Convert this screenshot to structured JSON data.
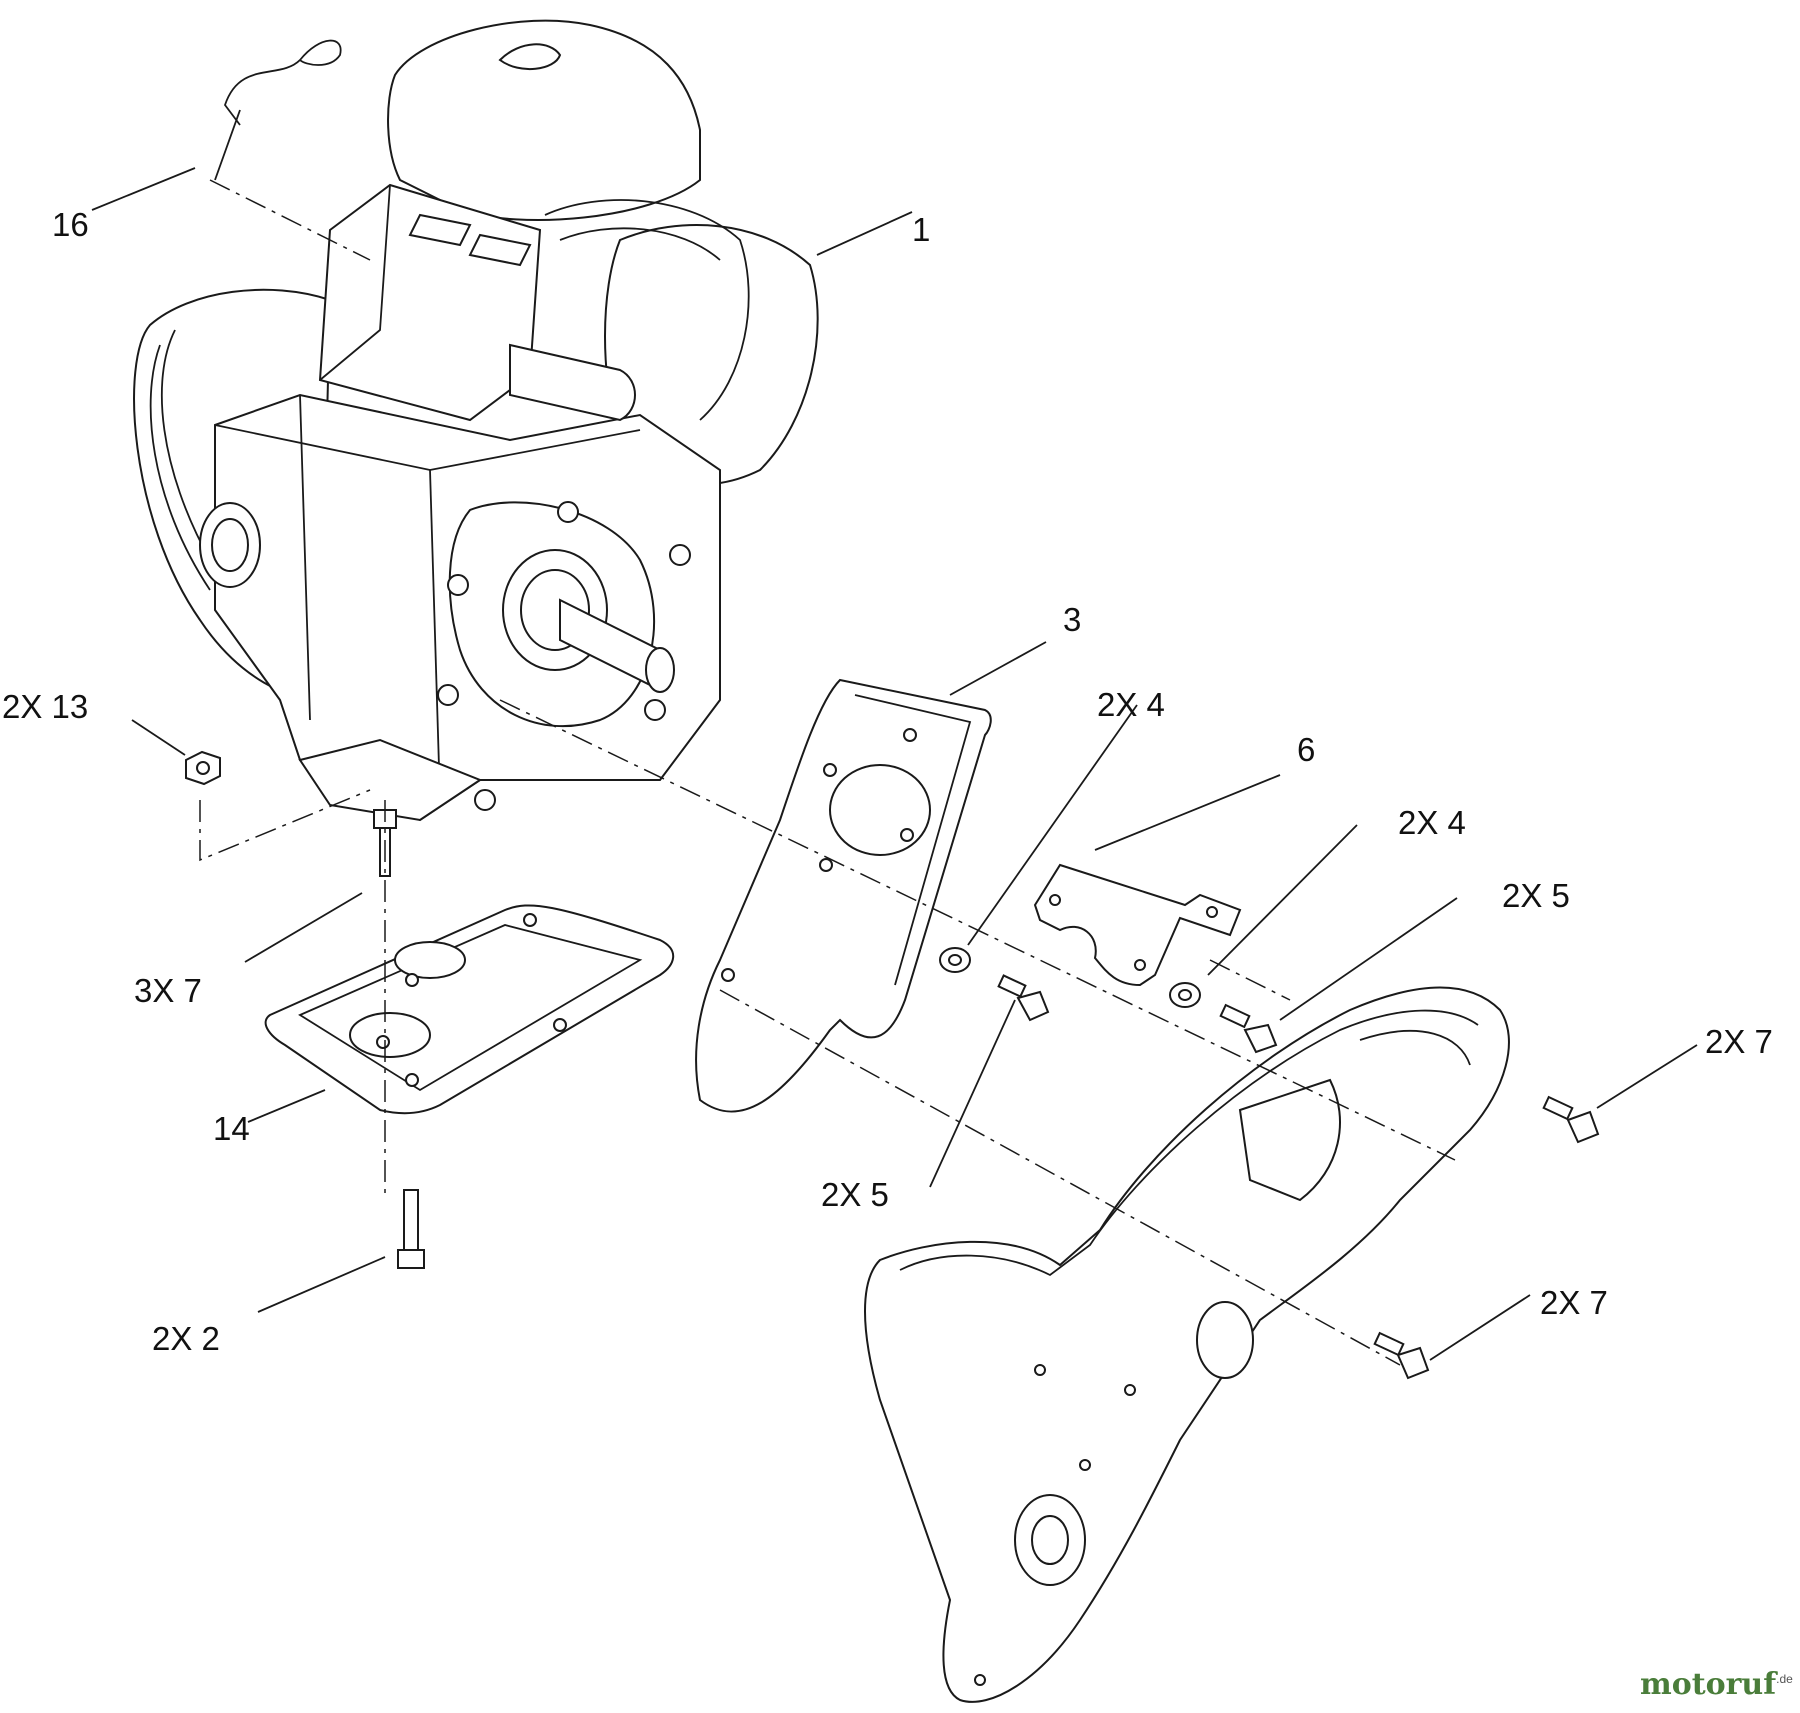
{
  "callouts": {
    "c16": "16",
    "c1": "1",
    "c3": "3",
    "c13": "2X  13",
    "c4a": "2X   4",
    "c6": "6",
    "c4b": "2X   4",
    "c5a": "2X    5",
    "c7a": "3X   7",
    "c7b": "2X   7",
    "c14": "14",
    "c5b": "2X    5",
    "c7c": "2X   7",
    "c2": "2X   2"
  },
  "watermark": "motoruf",
  "watermark_suffix": ".de"
}
